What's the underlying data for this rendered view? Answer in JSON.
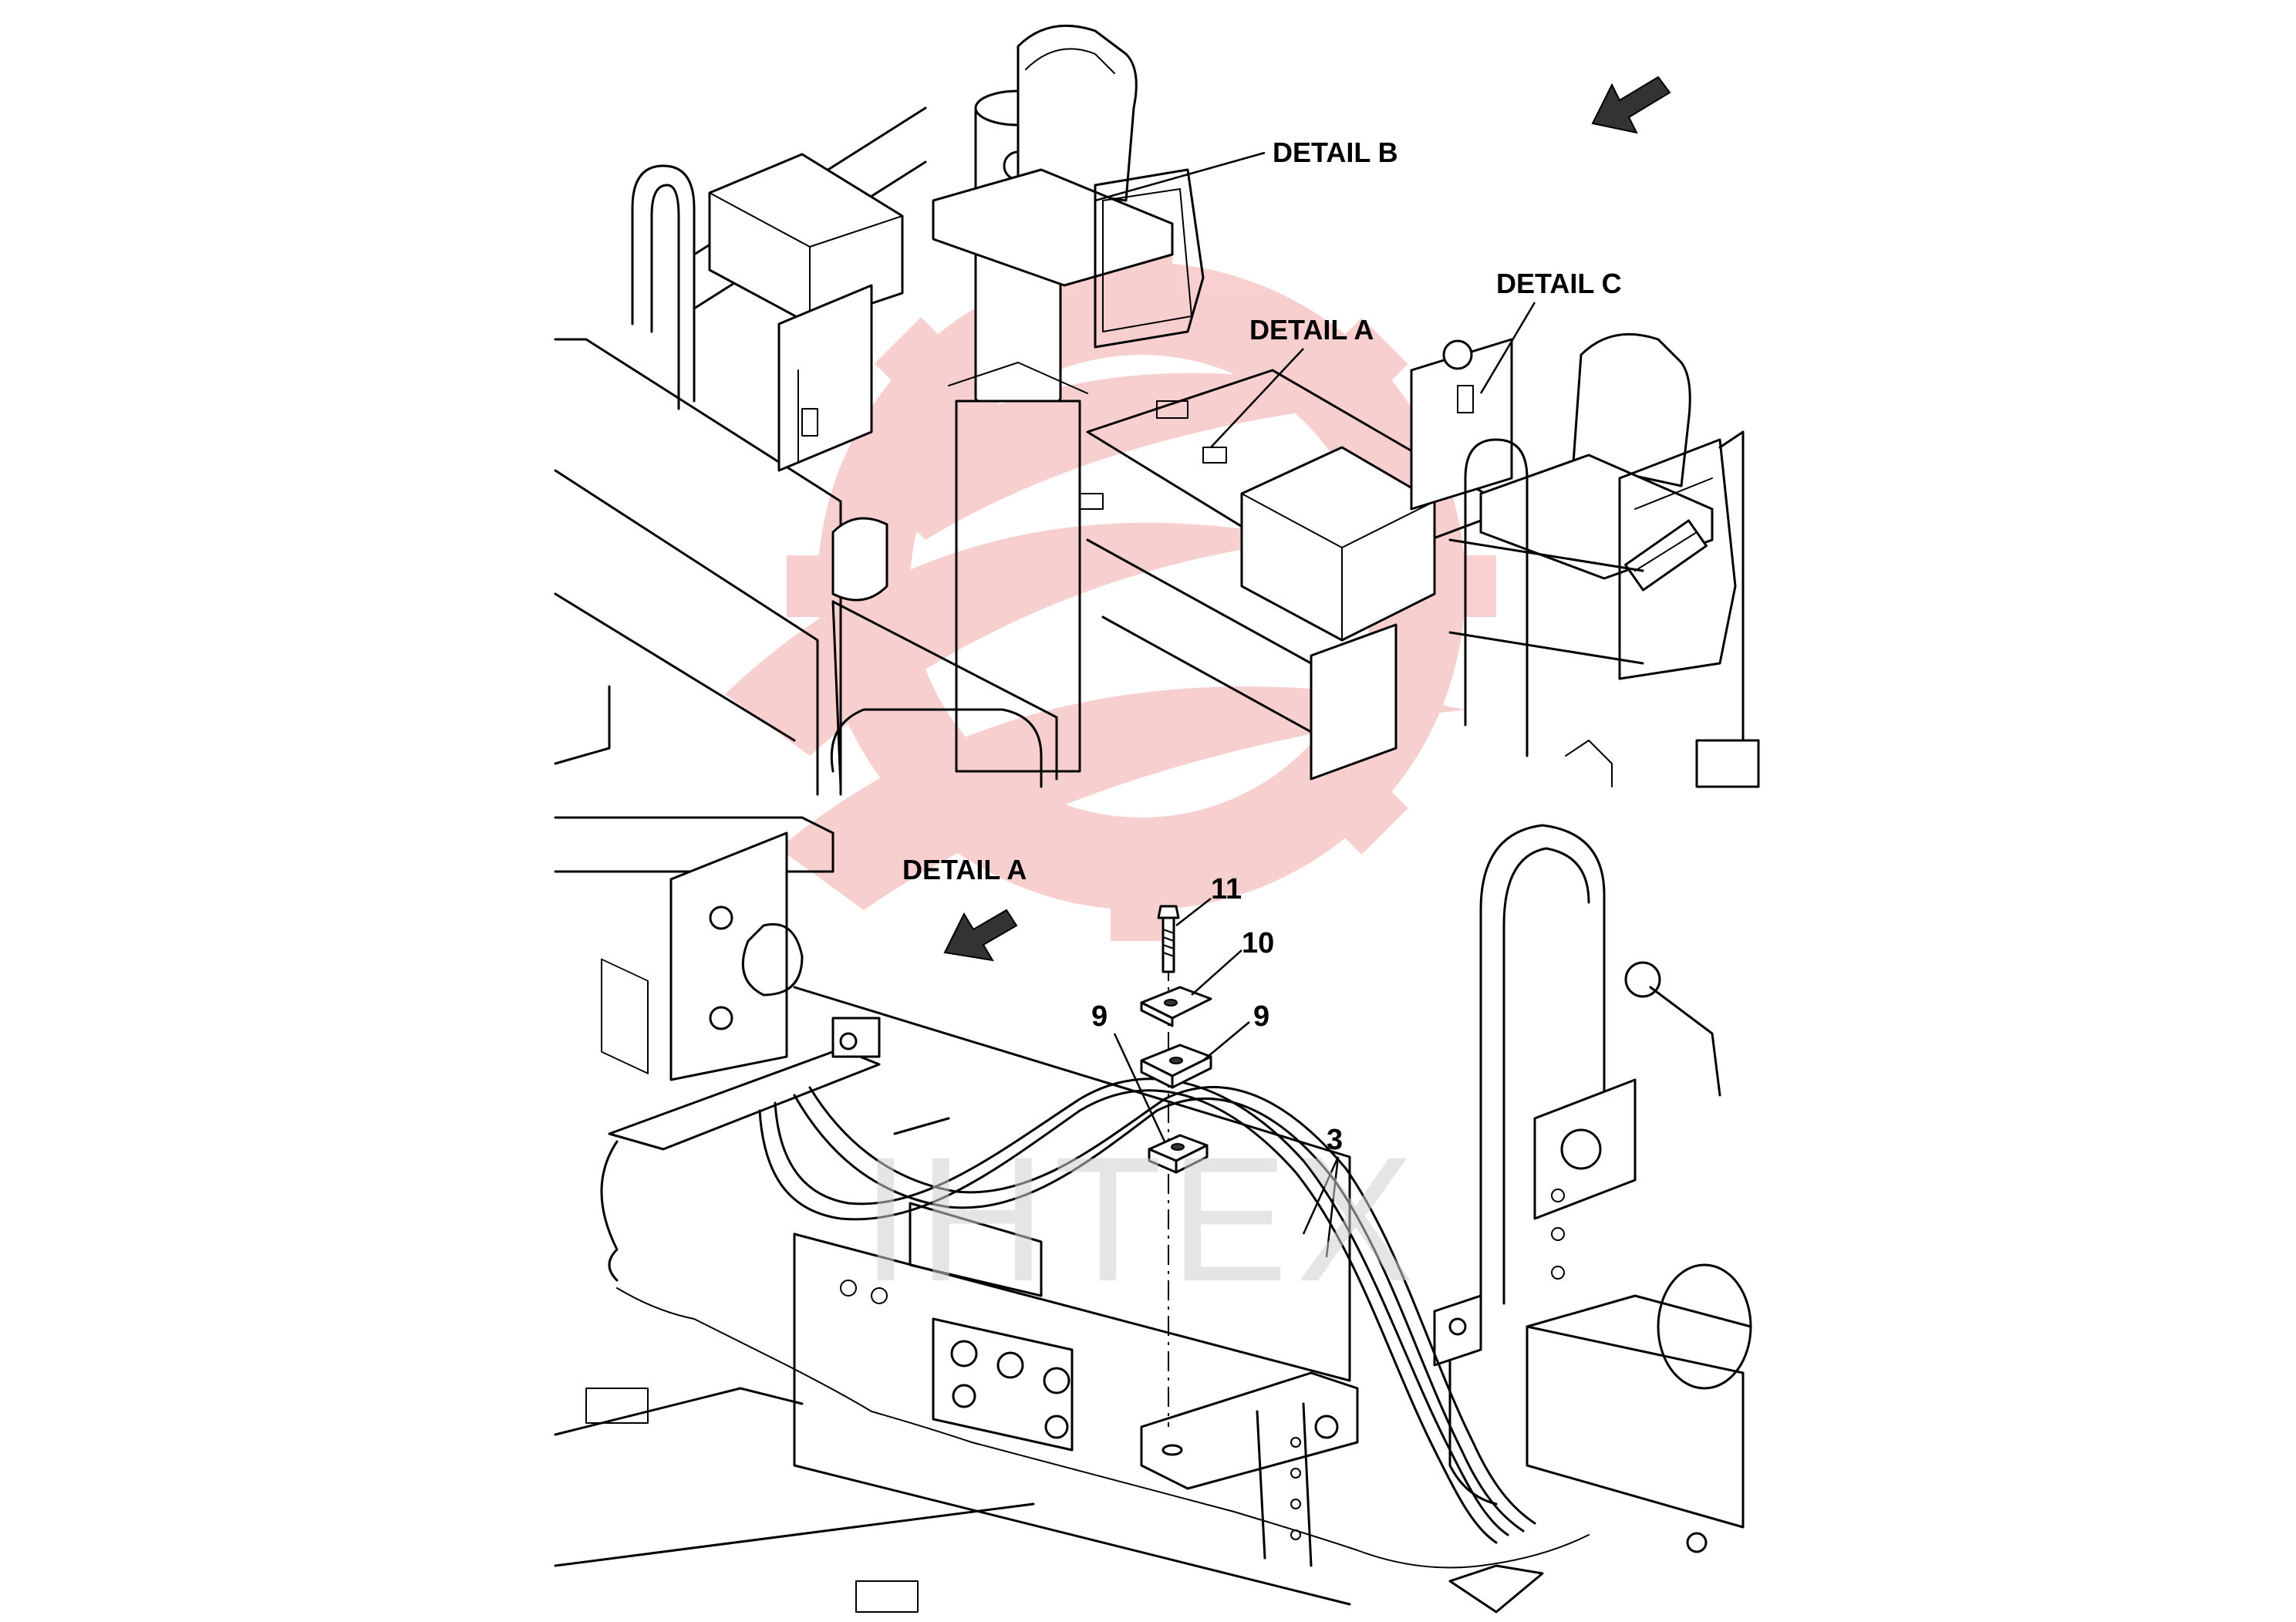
{
  "overview": {
    "labels": {
      "detail_a": "DETAIL A",
      "detail_b": "DETAIL B",
      "detail_c": "DETAIL C"
    },
    "brand_plate_icon": "brand-logo-plate-icon",
    "direction_icon": "direction-arrow-icon"
  },
  "detail_view": {
    "title": "DETAIL A",
    "callouts": {
      "bolt": "11",
      "upper_clamp_plate": "10",
      "clamp_half_left": "9",
      "clamp_half_right": "9",
      "hose_bundle": "3"
    },
    "direction_icon": "direction-arrow-icon"
  },
  "watermark": {
    "logo_icon": "gear-logo-watermark-icon",
    "text": "ІНТЕХ",
    "logo_color": "#f7c4c4",
    "text_color": "#d9d9d9"
  }
}
